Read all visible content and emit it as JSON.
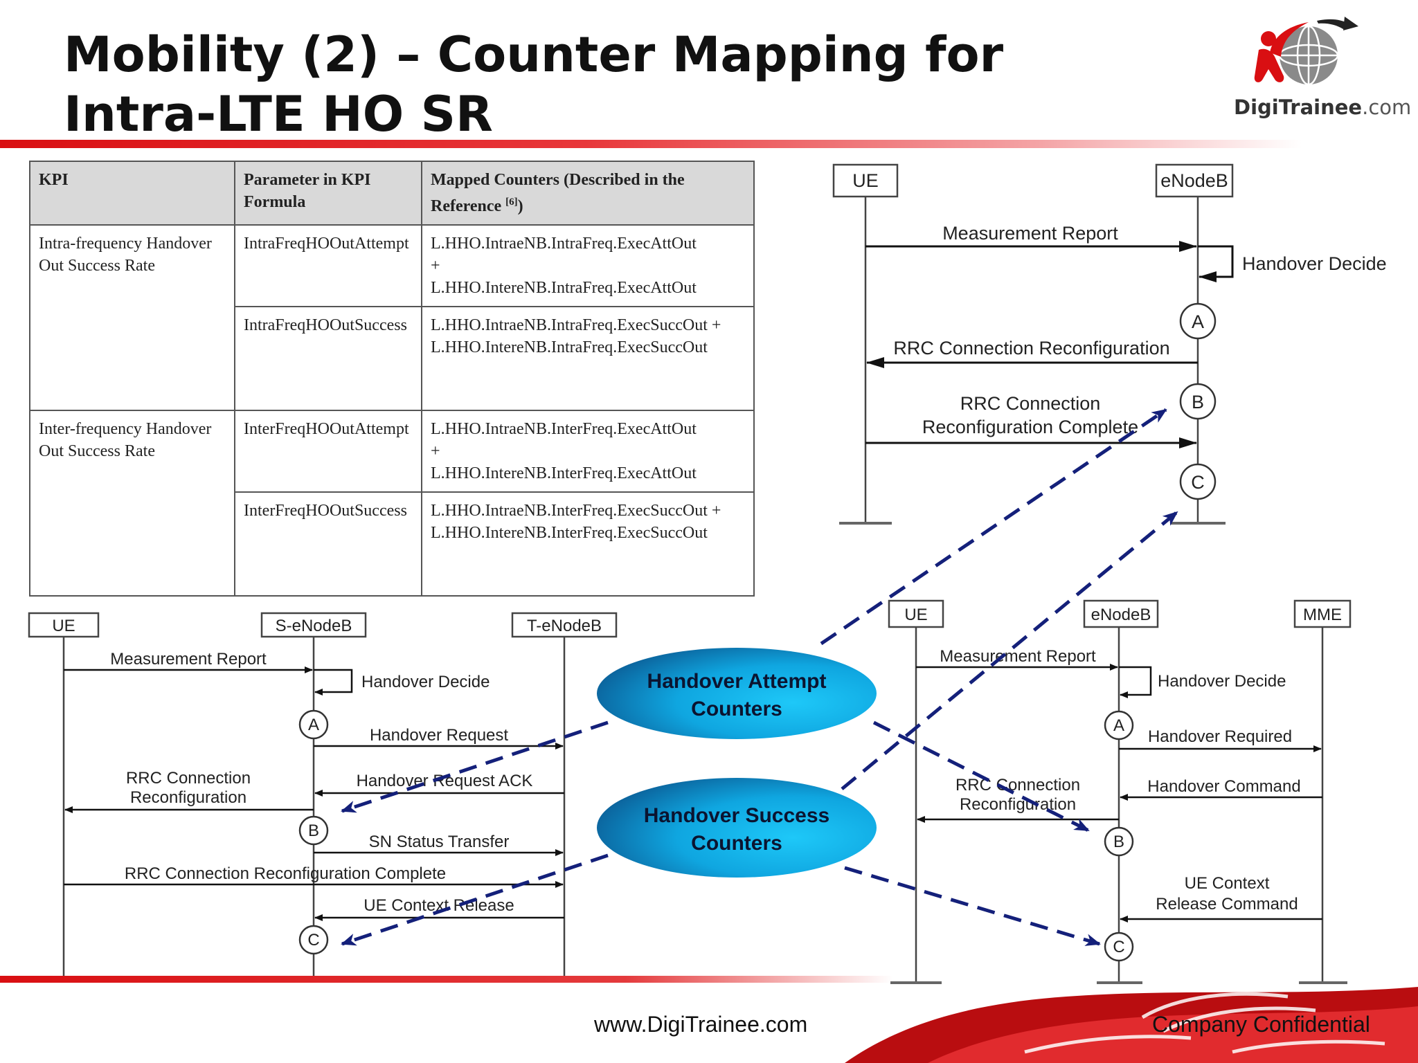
{
  "title": {
    "line1": "Mobility (2) – Counter Mapping for",
    "line2": "Intra-LTE HO SR"
  },
  "logo": {
    "name": "DigiTrainee",
    "suffix": ".com",
    "icon": "person-globe-logo"
  },
  "table": {
    "headers": [
      "KPI",
      "Parameter in KPI Formula",
      "Mapped Counters (Described in the Reference ",
      "[6]",
      ")"
    ],
    "rows": [
      {
        "kpi": "Intra-frequency Handover Out Success Rate",
        "param": "IntraFreqHOOutAttempt",
        "counters": [
          "L.HHO.IntraeNB.IntraFreq.ExecAttOut",
          "+",
          "L.HHO.IntereNB.IntraFreq.ExecAttOut"
        ]
      },
      {
        "kpi": "",
        "param": "IntraFreqHOOutSuccess",
        "counters": [
          "L.HHO.IntraeNB.IntraFreq.ExecSuccOut +",
          "L.HHO.IntereNB.IntraFreq.ExecSuccOut"
        ]
      },
      {
        "kpi": "Inter-frequency Handover Out Success Rate",
        "param": "InterFreqHOOutAttempt",
        "counters": [
          "L.HHO.IntraeNB.InterFreq.ExecAttOut",
          "+",
          "L.HHO.IntereNB.InterFreq.ExecAttOut"
        ]
      },
      {
        "kpi": "",
        "param": "InterFreqHOOutSuccess",
        "counters": [
          "L.HHO.IntraeNB.InterFreq.ExecSuccOut +",
          "L.HHO.IntereNB.InterFreq.ExecSuccOut"
        ]
      }
    ]
  },
  "diagram_intra": {
    "nodes": [
      "UE",
      "eNodeB"
    ],
    "messages": [
      "Measurement Report",
      "Handover Decide",
      "RRC Connection Reconfiguration",
      "RRC Connection",
      "Reconfiguration Complete"
    ],
    "points": [
      "A",
      "B",
      "C"
    ]
  },
  "diagram_x2": {
    "nodes": [
      "UE",
      "S-eNodeB",
      "T-eNodeB"
    ],
    "messages": [
      "Measurement Report",
      "Handover Decide",
      "Handover Request",
      "RRC Connection",
      "Reconfiguration",
      "Handover Request ACK",
      "SN Status Transfer",
      "RRC Connection Reconfiguration Complete",
      "UE Context Release"
    ],
    "points": [
      "A",
      "B",
      "C"
    ]
  },
  "diagram_s1": {
    "nodes": [
      "UE",
      "eNodeB",
      "MME"
    ],
    "messages": [
      "Measurement Report",
      "Handover Decide",
      "Handover Required",
      "RRC Connection",
      "Reconfiguration",
      "Handover Command",
      "UE Context",
      "Release Command"
    ],
    "points": [
      "A",
      "B",
      "C"
    ]
  },
  "callouts": {
    "attempt": [
      "Handover Attempt",
      "Counters"
    ],
    "success": [
      "Handover Success",
      "Counters"
    ]
  },
  "colors": {
    "brand_red": "#d90f12",
    "arrow_navy": "#14207a",
    "callout_dark": "#0a6aa8",
    "callout_light": "#1cc6f7"
  },
  "footer": {
    "url": "www.DigiTrainee.com",
    "confidential": "Company Confidential"
  }
}
